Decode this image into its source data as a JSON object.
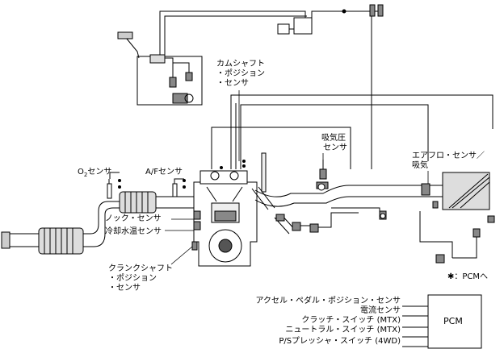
{
  "labels": {
    "cam_sensor": [
      "カムシャフト",
      "・ポジション",
      "・センサ"
    ],
    "map_sensor": [
      "吸気圧",
      "センサ"
    ],
    "o2_sensor": {
      "main": "O",
      "sub": "2",
      "suffix": "センサ"
    },
    "af_sensor": "A/Fセンサ",
    "knock_sensor": "ノック・センサ",
    "coolant_sensor": "冷却水温センサ",
    "crank_sensor": [
      "クランクシャフト",
      "・ポジション",
      "・センサ"
    ],
    "airflow_sensor": [
      "エアフロ・センサ／",
      "吸気"
    ],
    "pcm_note": "✱：PCMへ",
    "pcm_box": "PCM",
    "inputs": [
      "アクセル・ペダル・ポジション・センサ",
      "電流センサ",
      "クラッチ・スイッチ (MTX)",
      "ニュートラル・スイッチ (MTX)",
      "P/Sプレッシャ・スイッチ (4WD)"
    ]
  }
}
